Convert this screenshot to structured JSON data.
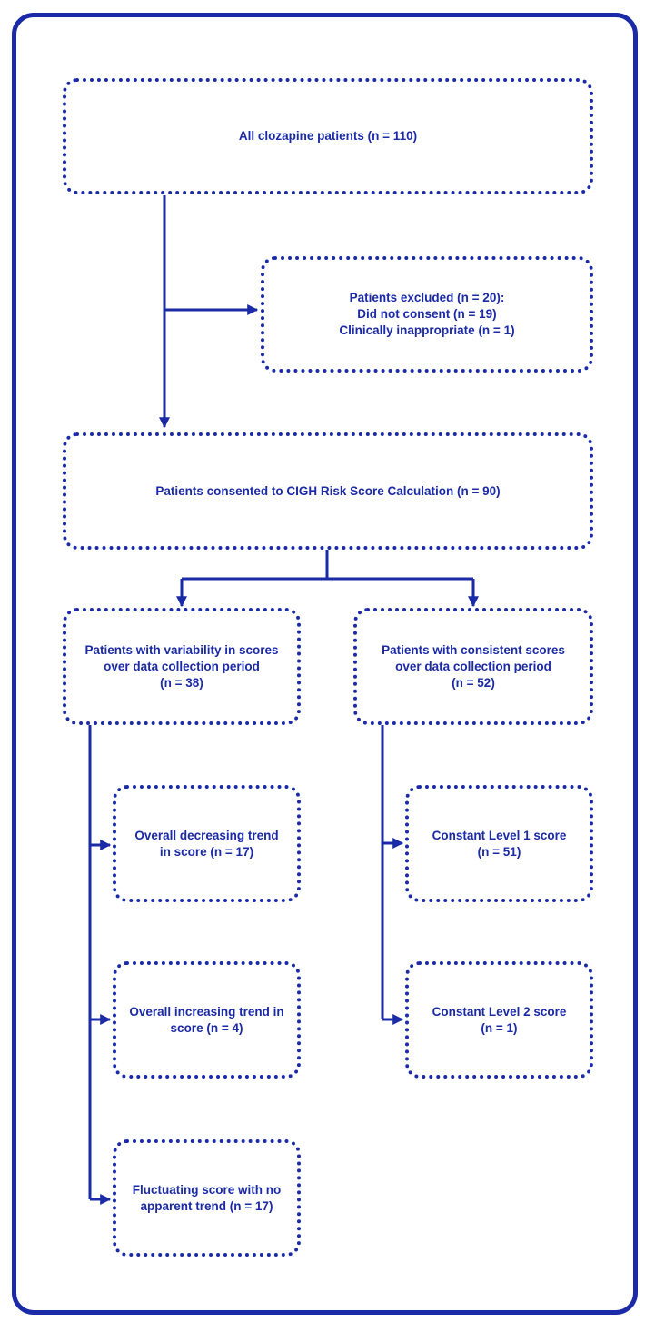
{
  "colors": {
    "accent": "#1b2aa6",
    "background": "#ffffff"
  },
  "boxes": {
    "all_patients": {
      "lines": [
        "All clozapine patients (n = 110)"
      ]
    },
    "excluded": {
      "lines": [
        "Patients excluded (n = 20):",
        "Did not consent (n = 19)",
        "Clinically inappropriate (n = 1)"
      ]
    },
    "consented": {
      "lines": [
        "Patients consented to CIGH Risk Score Calculation (n = 90)"
      ]
    },
    "variability": {
      "lines": [
        "Patients with variability in scores",
        "over data collection period",
        "(n = 38)"
      ]
    },
    "consistent": {
      "lines": [
        "Patients with consistent scores",
        "over data collection period",
        "(n = 52)"
      ]
    },
    "decreasing": {
      "lines": [
        "Overall decreasing trend",
        "in score (n = 17)"
      ]
    },
    "increasing": {
      "lines": [
        "Overall increasing trend in",
        "score (n = 4)"
      ]
    },
    "fluctuating": {
      "lines": [
        "Fluctuating score with no",
        "apparent trend (n = 17)"
      ]
    },
    "level1": {
      "lines": [
        "Constant Level 1 score",
        "(n = 51)"
      ]
    },
    "level2": {
      "lines": [
        "Constant Level 2 score",
        "(n = 1)"
      ]
    }
  }
}
